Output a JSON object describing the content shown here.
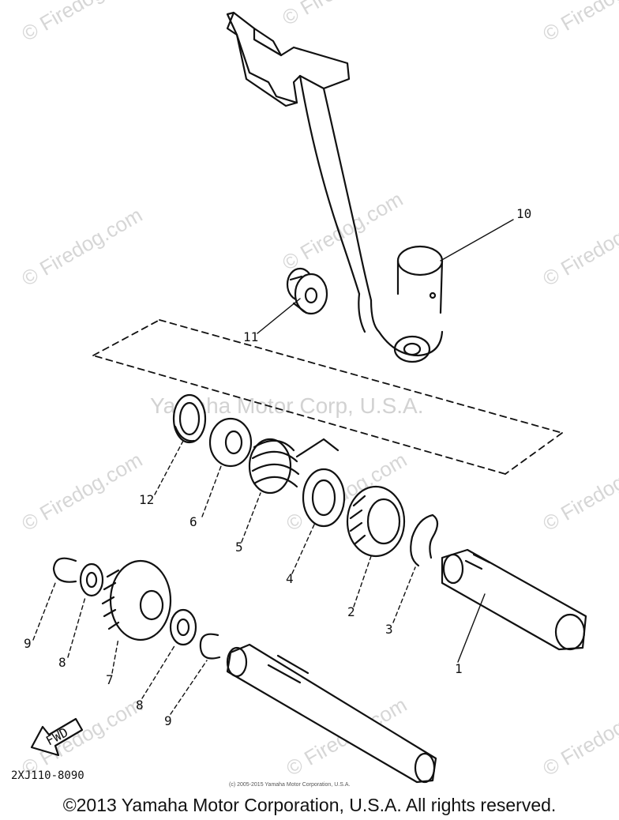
{
  "watermark": {
    "site": "© Firedog.com",
    "center_text": "Yamaha Motor Corp, U.S.A."
  },
  "diagram": {
    "callouts": [
      "1",
      "2",
      "3",
      "4",
      "5",
      "6",
      "7",
      "8",
      "8",
      "9",
      "9",
      "10",
      "11",
      "12"
    ],
    "fwd_label": "FWD",
    "doc_code": "2XJ110-8090"
  },
  "footer": {
    "small_copyright": "(c) 2005-2015 Yamaha Motor Corporation, U.S.A.",
    "copyright": "©2013 Yamaha Motor Corporation, U.S.A. All rights reserved."
  },
  "colors": {
    "ink": "#111111",
    "watermark": "#d6d6d6"
  }
}
